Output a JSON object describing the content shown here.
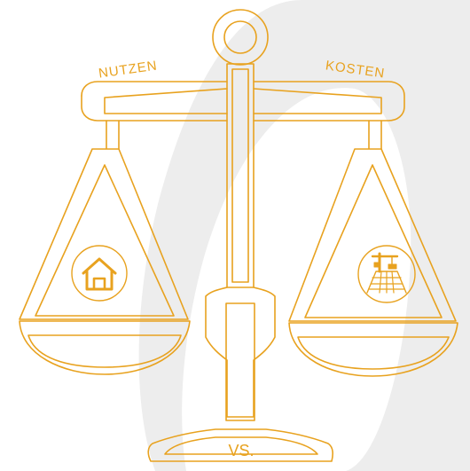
{
  "labels": {
    "left": "NUTZEN",
    "right": "KOSTEN",
    "base": "VS."
  },
  "icons": {
    "left": "house-icon",
    "right": "construction-crane-icon"
  },
  "colors": {
    "stroke": "#E8A21F",
    "background_shape": "#EDEDED",
    "background": "#FFFFFF"
  }
}
